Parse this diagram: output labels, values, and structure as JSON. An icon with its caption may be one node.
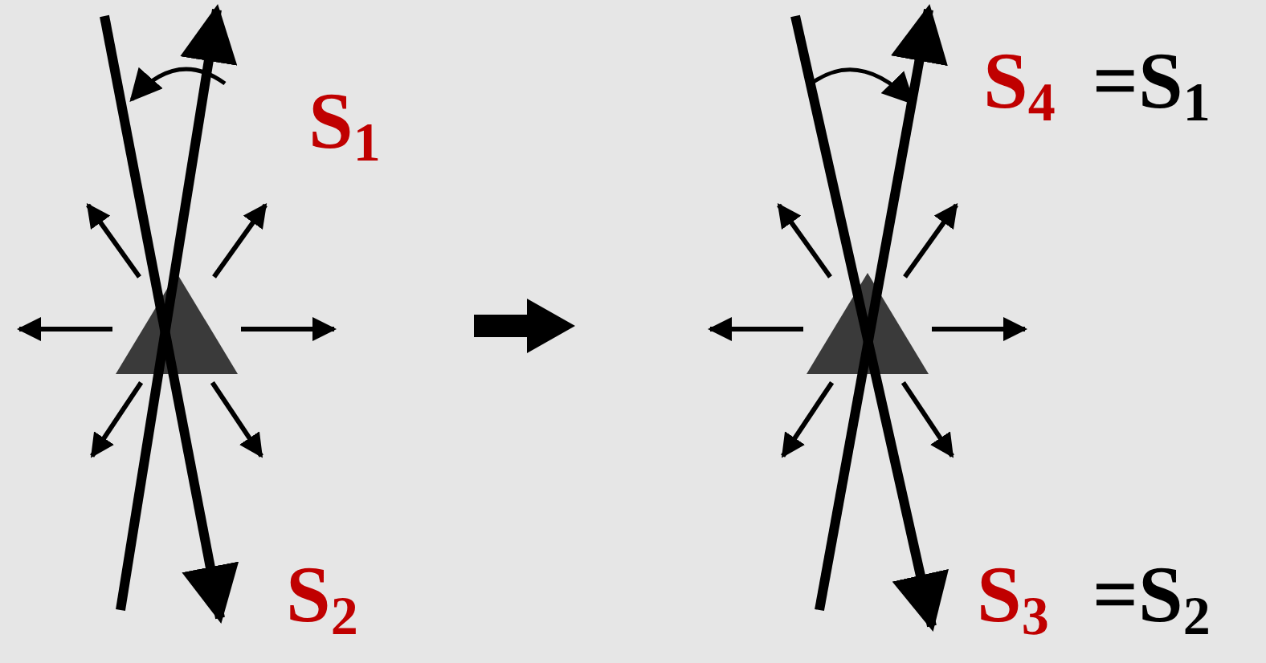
{
  "diagram": {
    "labels": [
      "S$_{1}$",
      "S$_{2}$",
      "S$_{4}$",
      "=S$_{1}$",
      "S$_{3}$",
      "=S$_{2}$"
    ]
  }
}
